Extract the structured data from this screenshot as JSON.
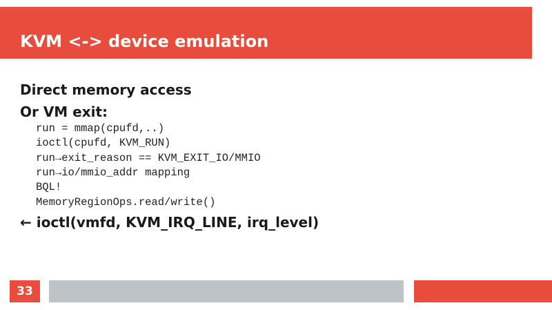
{
  "slide": {
    "title": "KVM <-> device emulation",
    "bullets": [
      "Direct memory access",
      "Or VM exit:"
    ],
    "code_lines": [
      "run = mmap(cpufd,..)",
      "ioctl(cpufd, KVM_RUN)",
      "run→exit_reason == KVM_EXIT_IO/MMIO",
      "run→io/mmio_addr mapping",
      "BQL!",
      "MemoryRegionOps.read/write()"
    ],
    "final_bullet": "← ioctl(vmfd, KVM_IRQ_LINE, irq_level)"
  },
  "footer": {
    "page_number": "33"
  },
  "colors": {
    "accent": "#e74c3c",
    "footer_gray": "#bdc3c7",
    "text": "#1a1a1a"
  }
}
